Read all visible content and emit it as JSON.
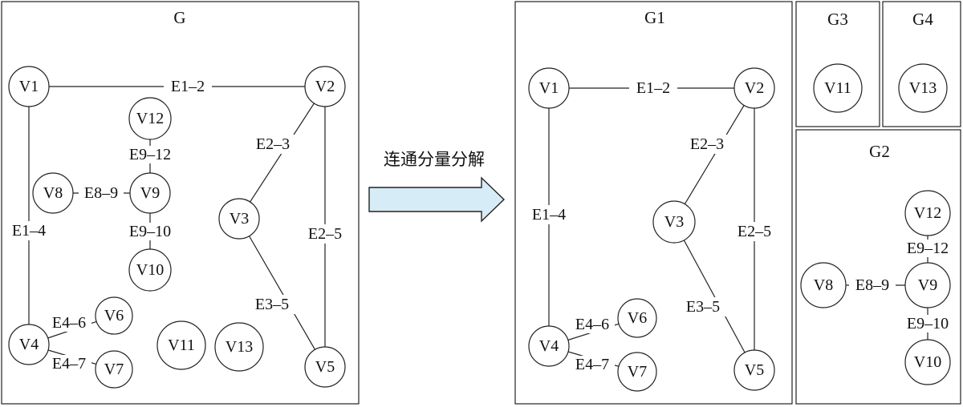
{
  "arrow": {
    "label": "连通分量分解",
    "fill": "#d6ecf6",
    "stroke": "#222222"
  },
  "panels": {
    "g": {
      "title": "G"
    },
    "g1": {
      "title": "G1"
    },
    "g2": {
      "title": "G2"
    },
    "g3": {
      "title": "G3"
    },
    "g4": {
      "title": "G4"
    }
  },
  "graph_g": {
    "nodes": {
      "v1": "V1",
      "v2": "V2",
      "v3": "V3",
      "v4": "V4",
      "v5": "V5",
      "v6": "V6",
      "v7": "V7",
      "v8": "V8",
      "v9": "V9",
      "v10": "V10",
      "v11": "V11",
      "v12": "V12",
      "v13": "V13"
    },
    "edges": {
      "e1_2": "E1–2",
      "e1_4": "E1–4",
      "e2_3": "E2–3",
      "e2_5": "E2–5",
      "e3_5": "E3–5",
      "e4_6": "E4–6",
      "e4_7": "E4–7",
      "e8_9": "E8–9",
      "e9_12": "E9–12",
      "e9_10": "E9–10"
    }
  },
  "graph_g1": {
    "nodes": {
      "v1": "V1",
      "v2": "V2",
      "v3": "V3",
      "v4": "V4",
      "v5": "V5",
      "v6": "V6",
      "v7": "V7"
    },
    "edges": {
      "e1_2": "E1–2",
      "e1_4": "E1–4",
      "e2_3": "E2–3",
      "e2_5": "E2–5",
      "e3_5": "E3–5",
      "e4_6": "E4–6",
      "e4_7": "E4–7"
    }
  },
  "graph_g2": {
    "nodes": {
      "v8": "V8",
      "v9": "V9",
      "v10": "V10",
      "v12": "V12"
    },
    "edges": {
      "e8_9": "E8–9",
      "e9_12": "E9–12",
      "e9_10": "E9–10"
    }
  },
  "graph_g3": {
    "nodes": {
      "v11": "V11"
    }
  },
  "graph_g4": {
    "nodes": {
      "v13": "V13"
    }
  }
}
